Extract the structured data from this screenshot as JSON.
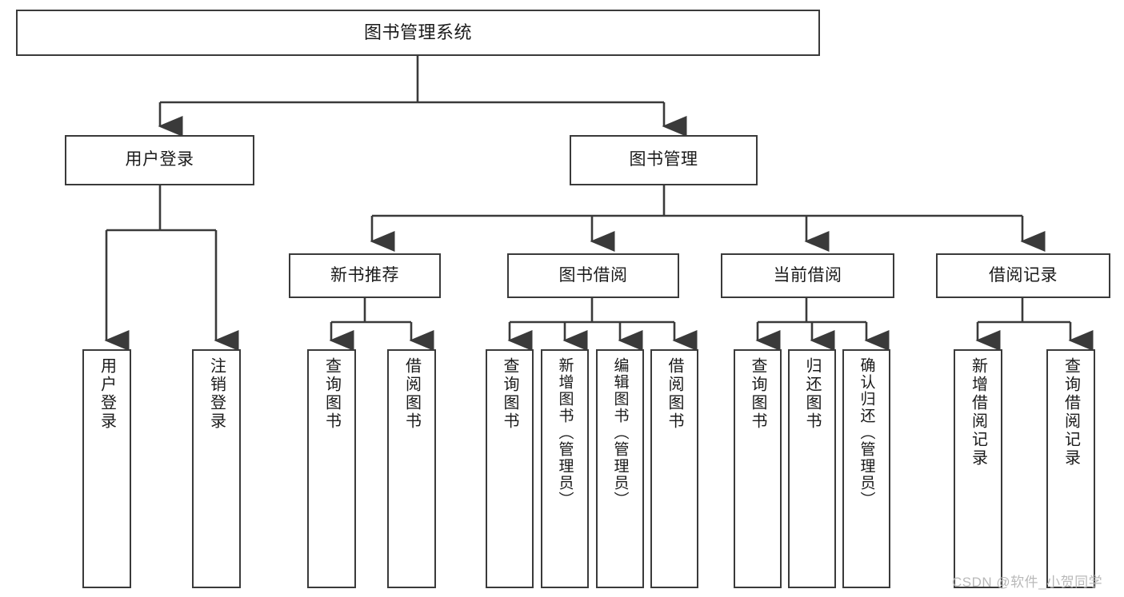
{
  "diagram": {
    "title": "图书管理系统",
    "type": "tree",
    "root": {
      "id": "root",
      "label": "图书管理系统"
    },
    "level2": [
      {
        "id": "n-user-login",
        "label": "用户登录"
      },
      {
        "id": "n-book-manage",
        "label": "图书管理"
      }
    ],
    "level3": [
      {
        "id": "n-new-book-rec",
        "label": "新书推荐",
        "parent": "n-book-manage"
      },
      {
        "id": "n-book-borrow",
        "label": "图书借阅",
        "parent": "n-book-manage"
      },
      {
        "id": "n-current-borrow",
        "label": "当前借阅",
        "parent": "n-book-manage"
      },
      {
        "id": "n-borrow-record",
        "label": "借阅记录",
        "parent": "n-book-manage"
      }
    ],
    "leaves": [
      {
        "id": "leaf-user-login",
        "label": "用户登录",
        "parent": "n-user-login"
      },
      {
        "id": "leaf-user-logout",
        "label": "注销登录",
        "parent": "n-user-login"
      },
      {
        "id": "leaf-query-book-1",
        "label": "查询图书",
        "parent": "n-new-book-rec"
      },
      {
        "id": "leaf-borrow-book-1",
        "label": "借阅图书",
        "parent": "n-new-book-rec"
      },
      {
        "id": "leaf-query-book-2",
        "label": "查询图书",
        "parent": "n-book-borrow"
      },
      {
        "id": "leaf-add-book",
        "label": "新增图书（管理员）",
        "parent": "n-book-borrow"
      },
      {
        "id": "leaf-edit-book",
        "label": "编辑图书（管理员）",
        "parent": "n-book-borrow"
      },
      {
        "id": "leaf-borrow-book-2",
        "label": "借阅图书",
        "parent": "n-book-borrow"
      },
      {
        "id": "leaf-query-book-3",
        "label": "查询图书",
        "parent": "n-current-borrow"
      },
      {
        "id": "leaf-return-book",
        "label": "归还图书",
        "parent": "n-current-borrow"
      },
      {
        "id": "leaf-confirm-return",
        "label": "确认归还（管理员）",
        "parent": "n-current-borrow"
      },
      {
        "id": "leaf-add-record",
        "label": "新增借阅记录",
        "parent": "n-borrow-record"
      },
      {
        "id": "leaf-query-record",
        "label": "查询借阅记录",
        "parent": "n-borrow-record"
      }
    ]
  },
  "watermark": {
    "text": "CSDN @软件_小贺同学"
  },
  "colors": {
    "stroke": "#3a3a3a",
    "fill": "#ffffff",
    "text": "#1a1a1a",
    "watermark": "#b9b9b9"
  }
}
